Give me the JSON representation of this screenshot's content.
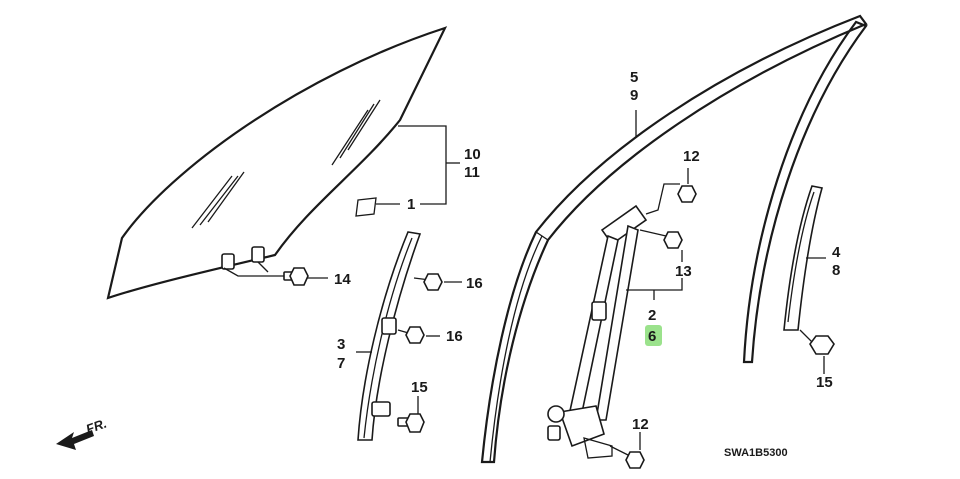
{
  "diagram": {
    "drawing_code": "SWA1B5300",
    "direction_label": "FR.",
    "highlight_color": "#9be28c",
    "line_color": "#1a1a1a",
    "background_color": "#ffffff",
    "callouts": [
      {
        "id": "5",
        "text": "5"
      },
      {
        "id": "9",
        "text": "9"
      },
      {
        "id": "10",
        "text": "10"
      },
      {
        "id": "11",
        "text": "11"
      },
      {
        "id": "1",
        "text": "1"
      },
      {
        "id": "12a",
        "text": "12"
      },
      {
        "id": "13",
        "text": "13"
      },
      {
        "id": "14",
        "text": "14"
      },
      {
        "id": "16a",
        "text": "16"
      },
      {
        "id": "16b",
        "text": "16"
      },
      {
        "id": "2",
        "text": "2"
      },
      {
        "id": "6",
        "text": "6",
        "highlighted": true
      },
      {
        "id": "4",
        "text": "4"
      },
      {
        "id": "8",
        "text": "8"
      },
      {
        "id": "3",
        "text": "3"
      },
      {
        "id": "7",
        "text": "7"
      },
      {
        "id": "15a",
        "text": "15"
      },
      {
        "id": "15b",
        "text": "15"
      },
      {
        "id": "12b",
        "text": "12"
      }
    ]
  }
}
